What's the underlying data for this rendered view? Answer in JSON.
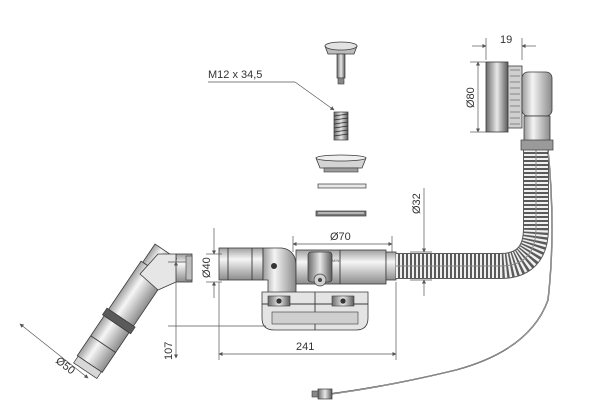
{
  "dimensions": {
    "screw": "M12 x 34,5",
    "overflow_depth": "19",
    "overflow_diameter": "Ø80",
    "hose_diameter": "Ø32",
    "strainer_diameter": "Ø70",
    "inlet_diameter": "Ø40",
    "outlet_diameter": "Ø50",
    "height": "107",
    "length": "241"
  },
  "colors": {
    "line": "#3a3a3a",
    "metal_light": "#d8d8d8",
    "metal_dark": "#5a5a5a",
    "pipe": "#e6e6e6"
  }
}
